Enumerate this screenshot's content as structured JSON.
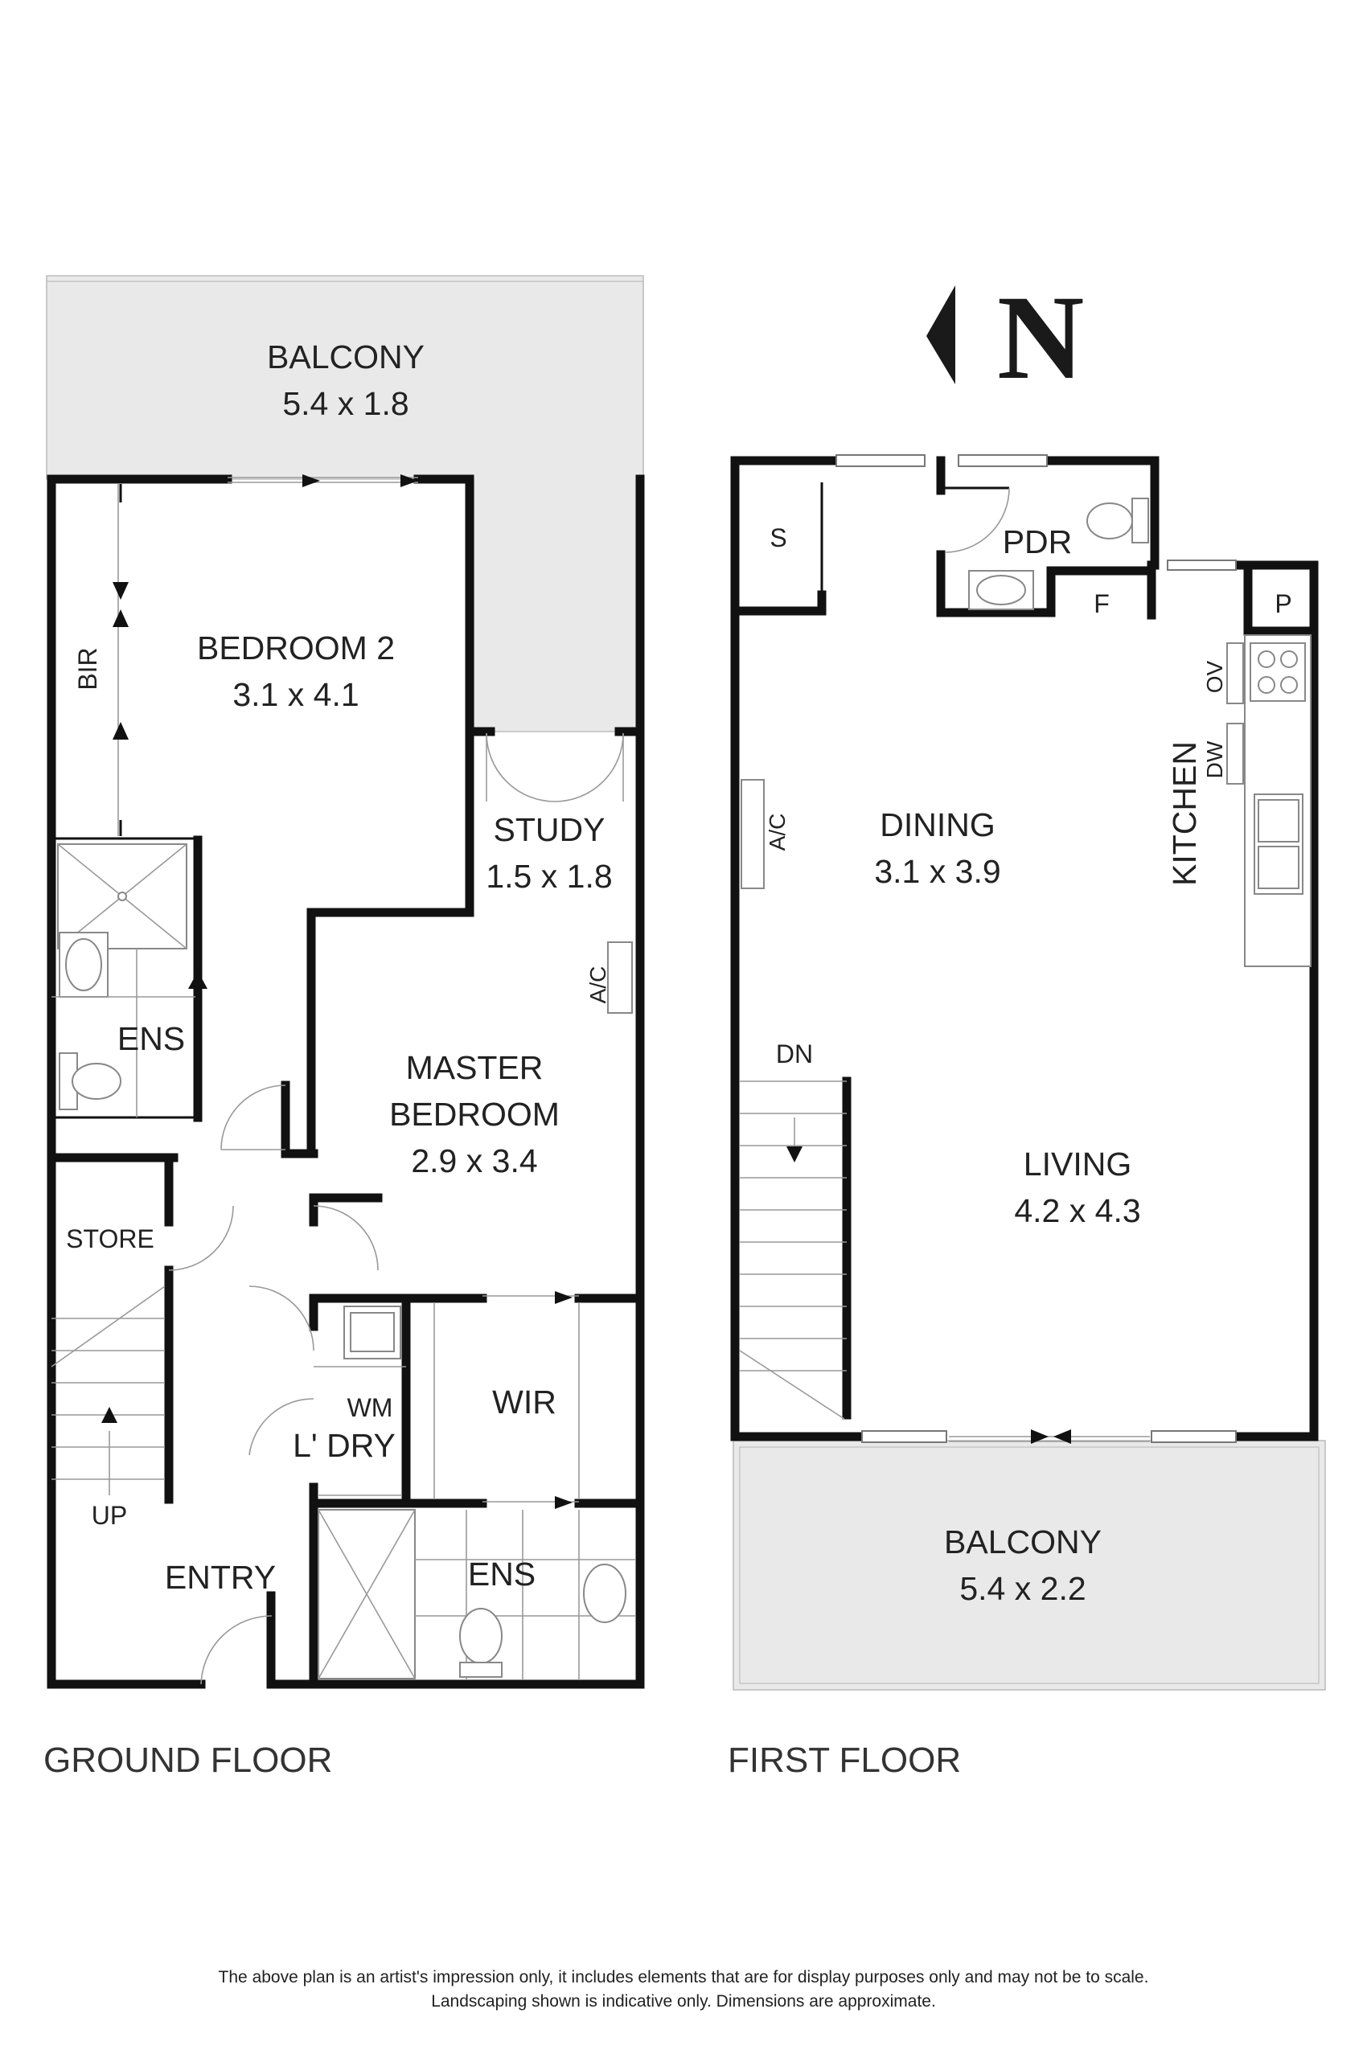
{
  "compass": {
    "letter": "N"
  },
  "ground_floor": {
    "title": "GROUND FLOOR",
    "balcony": {
      "name": "BALCONY",
      "size": "5.4 x 1.8"
    },
    "bedroom2": {
      "name": "BEDROOM 2",
      "size": "3.1 x 4.1"
    },
    "bir": "BIR",
    "study": {
      "name": "STUDY",
      "size": "1.5 x 1.8"
    },
    "ac": "A/C",
    "ens_top": "ENS",
    "master": {
      "line1": "MASTER",
      "line2": "BEDROOM",
      "size": "2.9 x 3.4"
    },
    "store": "STORE",
    "wm": "WM",
    "laundry": "L' DRY",
    "wir": "WIR",
    "up": "UP",
    "entry": "ENTRY",
    "ens_bottom": "ENS"
  },
  "first_floor": {
    "title": "FIRST FLOOR",
    "s": "S",
    "pdr": "PDR",
    "f": "F",
    "p": "P",
    "ov": "OV",
    "dw": "DW",
    "kitchen": "KITCHEN",
    "ac": "A/C",
    "dining": {
      "name": "DINING",
      "size": "3.1 x 3.9"
    },
    "dn": "DN",
    "living": {
      "name": "LIVING",
      "size": "4.2 x 4.3"
    },
    "balcony": {
      "name": "BALCONY",
      "size": "5.4 x 2.2"
    }
  },
  "disclaimer": {
    "line1": "The above plan is an artist's impression only, it includes elements that are for display purposes only and may not be to scale.",
    "line2": "Landscaping shown is indicative only. Dimensions are approximate."
  }
}
